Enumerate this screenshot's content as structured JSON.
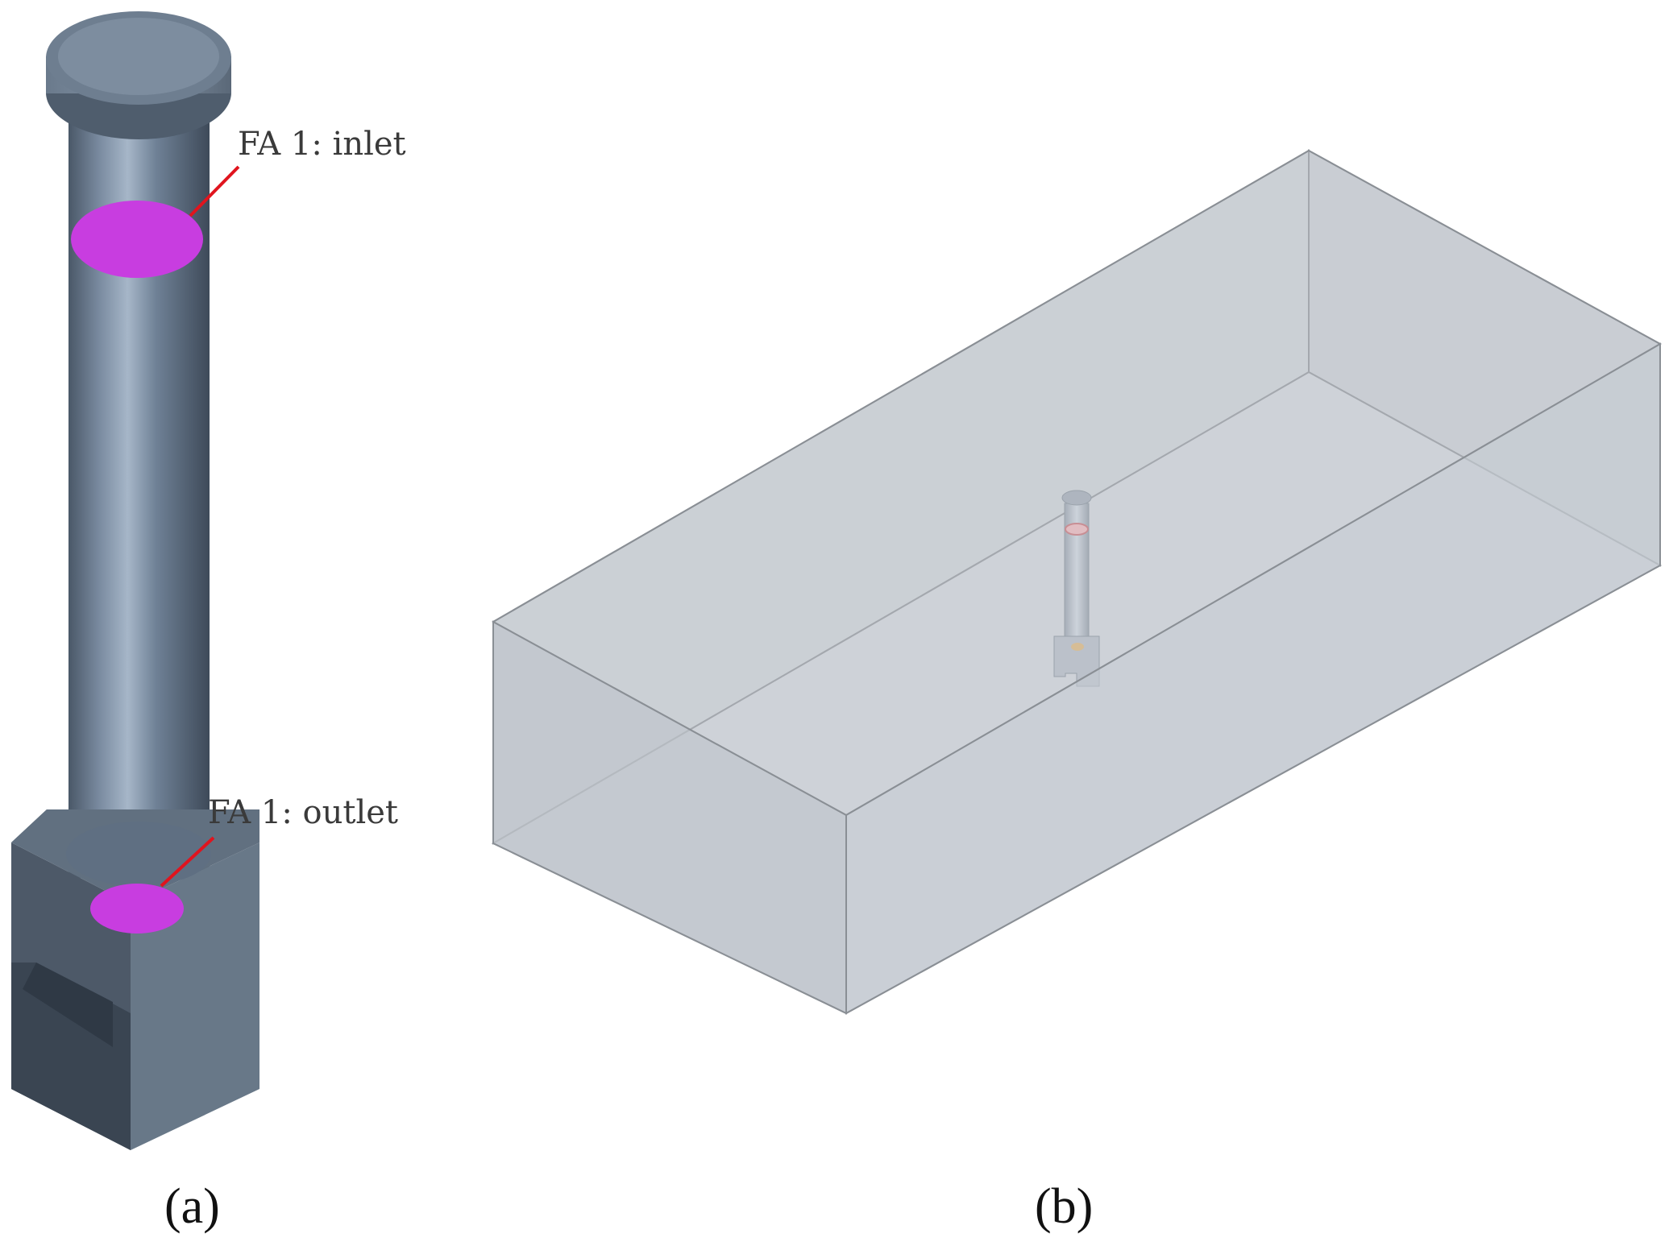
{
  "panels": {
    "a": {
      "label": "(a)"
    },
    "b": {
      "label": "(b)"
    }
  },
  "annotations": {
    "inlet": "FA 1: inlet",
    "outlet": "FA 1: outlet"
  },
  "colors": {
    "inlet_face": "#c83de0",
    "outlet_face": "#c83de0",
    "leader_line": "#e0141e",
    "pipe_body": "#5f6f82",
    "domain_box_fill": "#c4cad2",
    "domain_box_edge": "#8a8f95"
  },
  "icons": {
    "part_a": "pipe-with-support-model",
    "part_b": "fluid-domain-box-model"
  }
}
